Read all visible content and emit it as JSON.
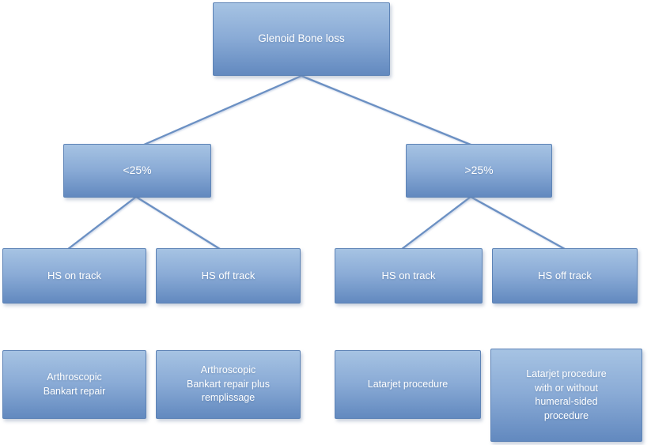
{
  "figure": {
    "root": {
      "label": "Glenoid Bone loss"
    },
    "branches": [
      {
        "label": "<25%",
        "children": [
          {
            "label": "HS on track",
            "outcome": "Arthroscopic\nBankart repair"
          },
          {
            "label": "HS off track",
            "outcome": "Arthroscopic\nBankart repair plus\nremplissage"
          }
        ]
      },
      {
        "label": ">25%",
        "children": [
          {
            "label": "HS on track",
            "outcome": "Latarjet procedure"
          },
          {
            "label": "HS off track",
            "outcome": "Latarjet procedure\nwith or without\nhumeral-sided\nprocedure"
          }
        ]
      }
    ],
    "colors": {
      "node_gradient_top": "#a6c3e3",
      "node_gradient_bottom": "#6289bf",
      "node_border": "#5d83b6",
      "connector": "#6b90c3",
      "label_text": "#ffffff"
    }
  }
}
